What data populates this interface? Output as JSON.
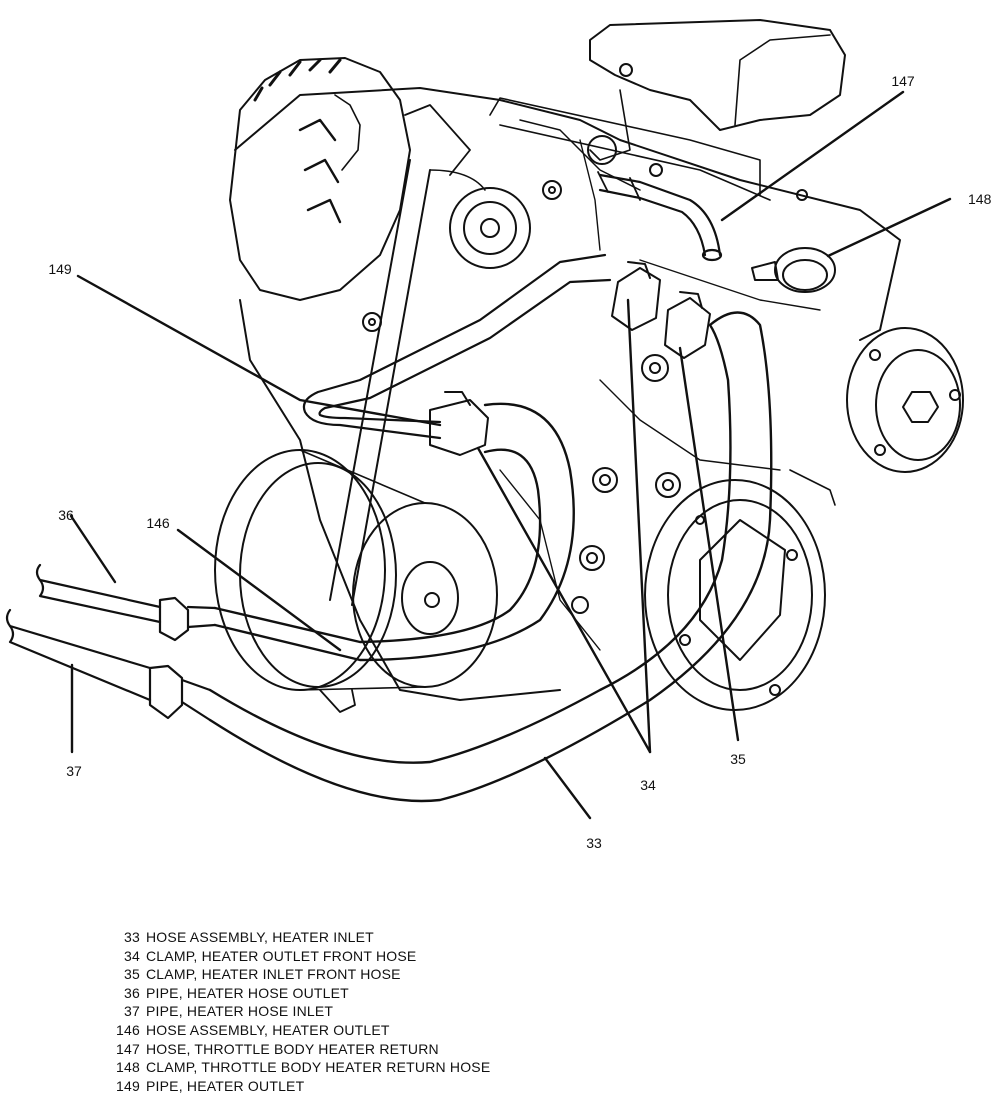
{
  "callouts": {
    "c33": "33",
    "c34": "34",
    "c35": "35",
    "c36": "36",
    "c37": "37",
    "c146": "146",
    "c147": "147",
    "c148": "148",
    "c149": "149"
  },
  "legend": [
    {
      "num": "33",
      "text": "HOSE ASSEMBLY, HEATER INLET"
    },
    {
      "num": "34",
      "text": "CLAMP, HEATER OUTLET FRONT HOSE"
    },
    {
      "num": "35",
      "text": "CLAMP, HEATER INLET FRONT HOSE"
    },
    {
      "num": "36",
      "text": "PIPE, HEATER HOSE OUTLET"
    },
    {
      "num": "37",
      "text": "PIPE, HEATER HOSE INLET"
    },
    {
      "num": "146",
      "text": "HOSE ASSEMBLY, HEATER OUTLET"
    },
    {
      "num": "147",
      "text": "HOSE, THROTTLE BODY HEATER RETURN"
    },
    {
      "num": "148",
      "text": "CLAMP, THROTTLE BODY HEATER RETURN HOSE"
    },
    {
      "num": "149",
      "text": "PIPE, HEATER OUTLET"
    }
  ]
}
